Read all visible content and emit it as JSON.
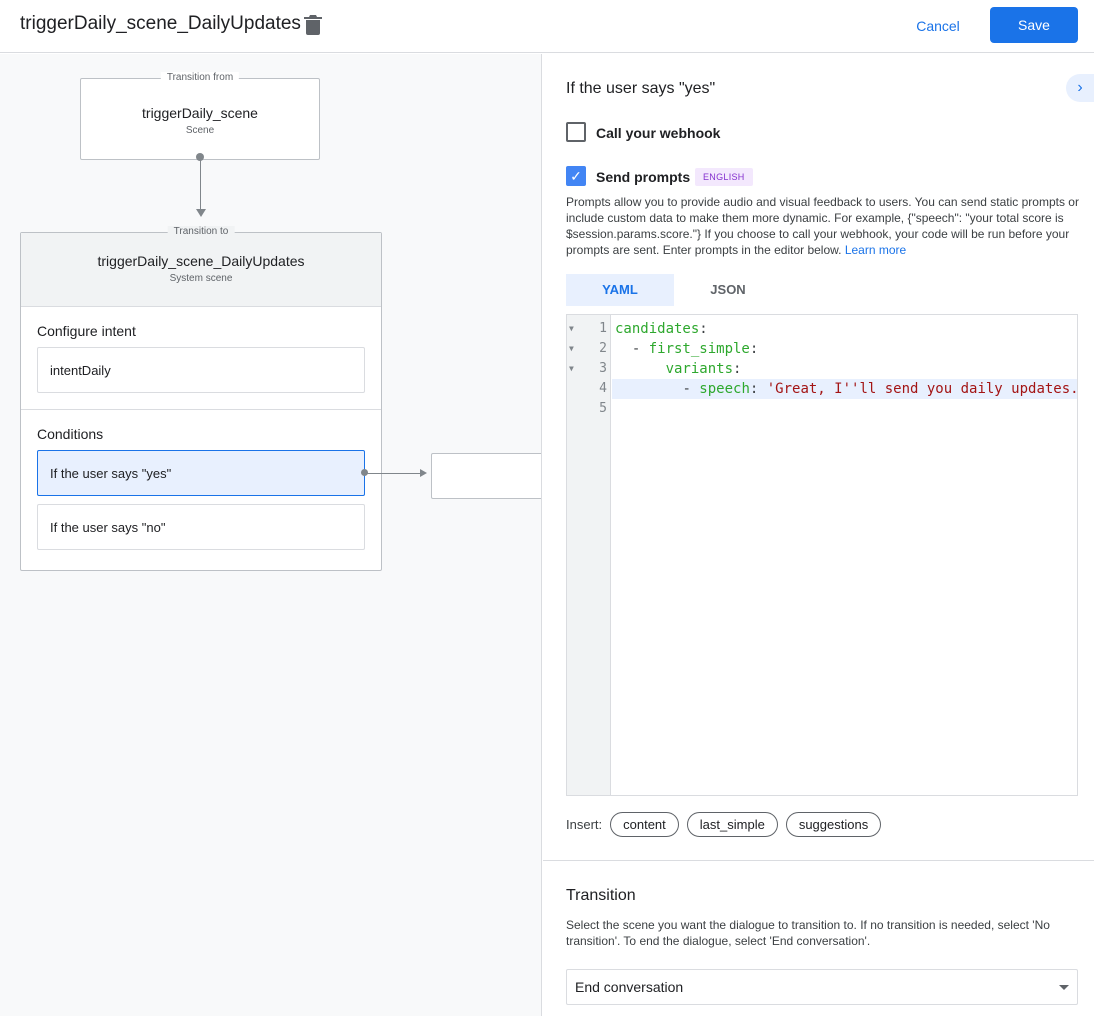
{
  "header": {
    "title": "triggerDaily_scene_DailyUpdates",
    "cancel_label": "Cancel",
    "save_label": "Save"
  },
  "canvas": {
    "from_node": {
      "tag": "Transition from",
      "name": "triggerDaily_scene",
      "type": "Scene"
    },
    "to_node": {
      "tag": "Transition to",
      "name": "triggerDaily_scene_DailyUpdates",
      "type": "System scene",
      "intent_title": "Configure intent",
      "intent": "intentDaily",
      "conditions_title": "Conditions",
      "conditions": [
        "If the user says \"yes\"",
        "If the user says \"no\""
      ]
    }
  },
  "panel": {
    "title": "If the user says \"yes\"",
    "webhook_label": "Call your webhook",
    "webhook_checked": false,
    "prompts_label": "Send prompts",
    "prompts_checked": true,
    "language_badge": "ENGLISH",
    "description": "Prompts allow you to provide audio and visual feedback to users. You can send static prompts or include custom data to make them more dynamic. For example, {\"speech\": \"your total score is $session.params.score.\"} If you choose to call your webhook, your code will be run before your prompts are sent. Enter prompts in the editor below. ",
    "learn_more": "Learn more",
    "tabs": [
      "YAML",
      "JSON"
    ],
    "active_tab": "YAML",
    "editor_lines": [
      {
        "num": "1",
        "indent": "",
        "dash": "",
        "key": "candidates",
        "colon": ":",
        "value": ""
      },
      {
        "num": "2",
        "indent": "  ",
        "dash": "- ",
        "key": "first_simple",
        "colon": ":",
        "value": ""
      },
      {
        "num": "3",
        "indent": "      ",
        "dash": "",
        "key": "variants",
        "colon": ":",
        "value": ""
      },
      {
        "num": "4",
        "indent": "        ",
        "dash": "- ",
        "key": "speech",
        "colon": ": ",
        "value": "'Great, I''ll send you daily updates."
      },
      {
        "num": "5",
        "indent": "",
        "dash": "",
        "key": "",
        "colon": "",
        "value": ""
      }
    ],
    "insert_label": "Insert:",
    "insert_chips": [
      "content",
      "last_simple",
      "suggestions"
    ],
    "transition_title": "Transition",
    "transition_desc": "Select the scene you want the dialogue to transition to. If no transition is needed, select 'No transition'. To end the dialogue, select 'End conversation'.",
    "transition_value": "End conversation"
  },
  "colors": {
    "accent": "#1a73e8",
    "selected_bg": "#e8f0fe",
    "yaml_key": "#2ea82e",
    "yaml_string": "#a31515"
  }
}
